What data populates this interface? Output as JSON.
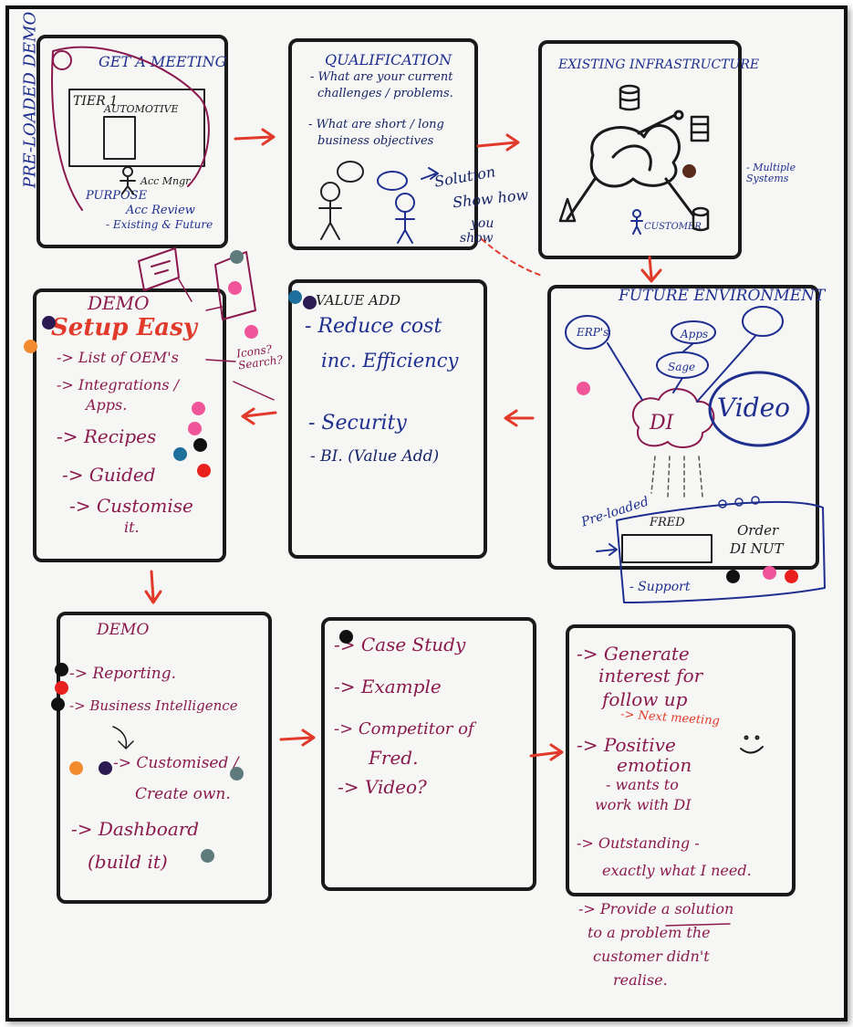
{
  "side_label": "PRE-LOADED DEMO",
  "panels": [
    {
      "id": "meeting",
      "title": "GET A MEETING",
      "lines": [
        "TIER 1",
        "AUTOMOTIVE",
        "Acc Mngr",
        "PURPOSE",
        "Acc Review",
        "- Existing & Future"
      ]
    },
    {
      "id": "qualification",
      "title": "QUALIFICATION",
      "lines": [
        "- What are your current",
        "challenges / problems.",
        "- What are short / long",
        "business objectives",
        "Solution",
        "Show how",
        "you",
        "show"
      ]
    },
    {
      "id": "infrastructure",
      "title": "EXISTING INFRASTRUCTURE",
      "lines": [
        "CUSTOMER"
      ],
      "note": "- Multiple Systems"
    },
    {
      "id": "future",
      "title": "FUTURE ENVIRONMENT",
      "lines": [
        "ERP's",
        "Apps",
        "Sage",
        "DI",
        "Video",
        "Pre-loaded",
        "FRED",
        "Order",
        "DI NUT",
        "- Support"
      ]
    },
    {
      "id": "value",
      "title": "VALUE ADD",
      "lines": [
        "- Reduce cost",
        "inc. Efficiency",
        "- Security",
        "- BI. (Value Add)"
      ]
    },
    {
      "id": "demo1",
      "title": "DEMO",
      "subtitle": "Setup Easy",
      "lines": [
        "-> List of OEM's",
        "-> Integrations /",
        "Apps.",
        "-> Recipes",
        "-> Guided",
        "-> Customise",
        "it."
      ],
      "note": "Icons? Search?"
    },
    {
      "id": "demo2",
      "title": "DEMO",
      "lines": [
        "-> Reporting.",
        "-> Business Intelligence",
        "-> Customised /",
        "Create own.",
        "-> Dashboard",
        "(build it)"
      ]
    },
    {
      "id": "case",
      "title": "",
      "lines": [
        "-> Case Study",
        "-> Example",
        "-> Competitor of",
        "Fred.",
        "-> Video?"
      ]
    },
    {
      "id": "close",
      "title": "",
      "lines": [
        "-> Generate",
        "interest for",
        "follow up",
        "-> Next meeting",
        "-> Positive",
        "emotion",
        "- wants to",
        "work with DI",
        "-> Outstanding -",
        "exactly what I need."
      ],
      "outside": [
        "-> Provide a solution",
        "to a problem the",
        "customer didn't",
        "realise."
      ]
    }
  ],
  "colors": {
    "ink_blue": "#1e2f8f",
    "ink_red": "#e23a2a",
    "ink_magenta": "#8a1a4e",
    "dot_pink": "#f0559a",
    "dot_orange": "#f28a2e",
    "dot_teal": "#1f6f9c",
    "dot_grey": "#5f7a7c",
    "dot_red": "#e8201e",
    "dot_black": "#111111",
    "dot_purple": "#2c1a52",
    "dot_brown": "#5a2a1a"
  }
}
